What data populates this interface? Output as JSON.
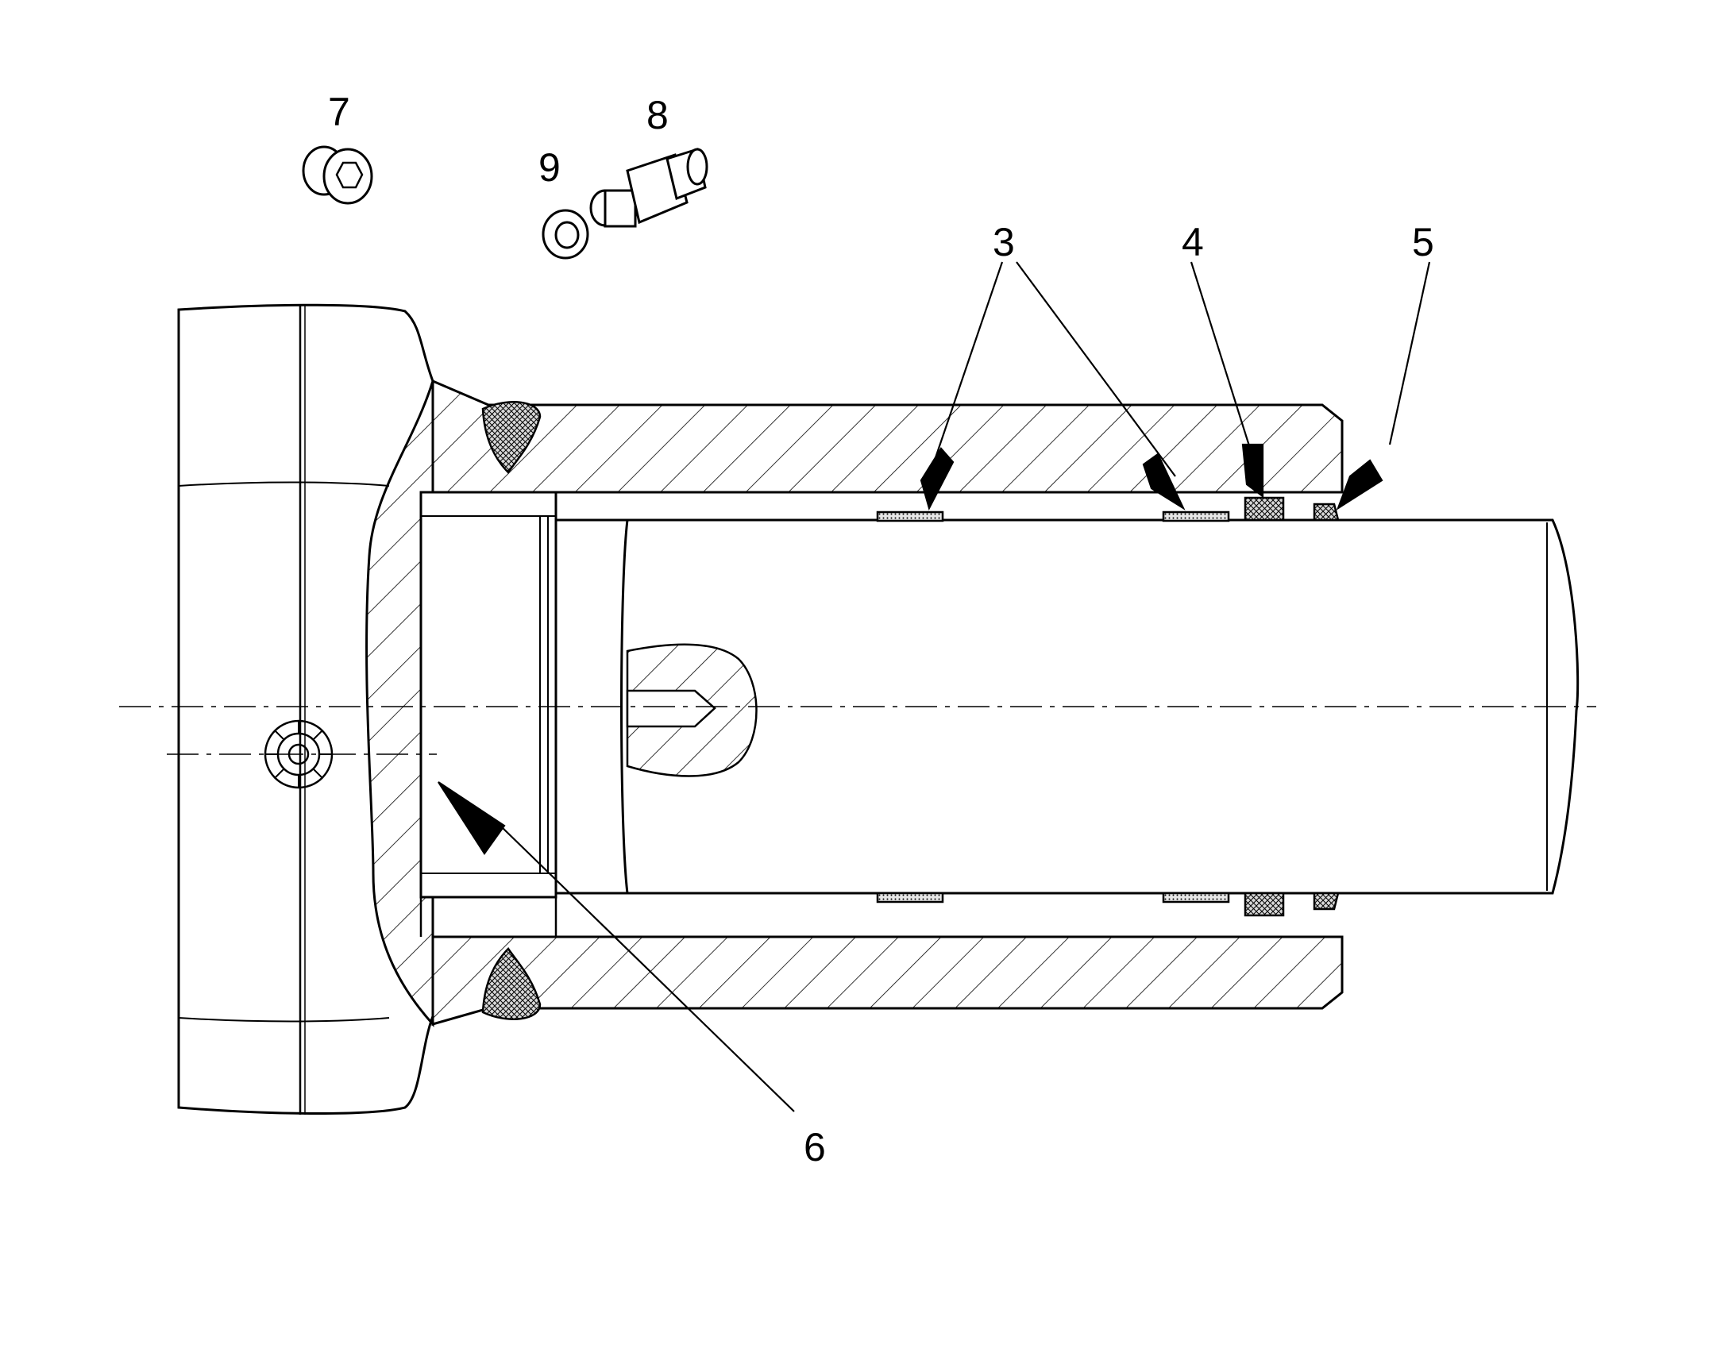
{
  "callouts": {
    "c3": "3",
    "c4": "4",
    "c5": "5",
    "c6": "6",
    "c7": "7",
    "c8": "8",
    "c9": "9"
  },
  "colors": {
    "line": "#000000",
    "background": "#ffffff",
    "seal_fill": "#bdbdbd"
  }
}
